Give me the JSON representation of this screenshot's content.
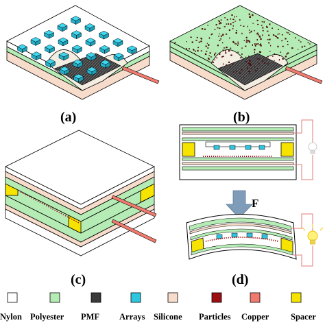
{
  "panels": {
    "a": "(a)",
    "b": "(b)",
    "c": "(c)",
    "d": "(d)"
  },
  "force_label": "F",
  "legend": [
    {
      "label": "Nylon",
      "color": "#ffffff"
    },
    {
      "label": "Polyester",
      "color": "#b5ecb5"
    },
    {
      "label": "PMF",
      "color": "#3a3a3a"
    },
    {
      "label": "Arrays",
      "color": "#2ec5df"
    },
    {
      "label": "Silicone",
      "color": "#f8dccb"
    },
    {
      "label": "Particles",
      "color": "#9b0e12"
    },
    {
      "label": "Copper",
      "color": "#f07a6e"
    },
    {
      "label": "Spacer",
      "color": "#f6e400"
    }
  ],
  "colors": {
    "outline": "#000000",
    "layer_edge": "#f4eee2",
    "arrow": "#7f9cb8",
    "circuit": "#e07b7b",
    "bulb_off": "#cccccc",
    "bulb_on": "#f2c200"
  }
}
